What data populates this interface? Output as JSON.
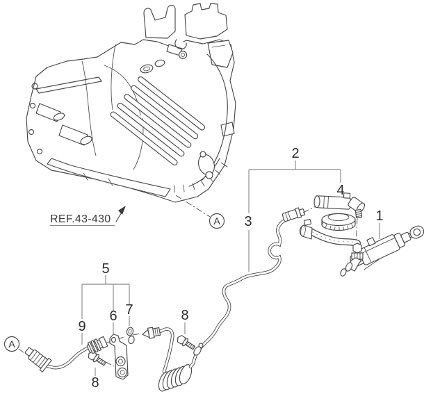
{
  "figure": {
    "ref_label": "REF.43-430",
    "marker_transmission": "A",
    "marker_tube_end": "A",
    "callouts": {
      "n1": "1",
      "n2": "2",
      "n3": "3",
      "n4": "4",
      "n5": "5",
      "n6": "6",
      "n7": "7",
      "n8_clamp_bolt": "8",
      "n8_bracket_bolt": "8",
      "n9": "9"
    },
    "colors": {
      "background": "#ffffff",
      "line": "#474747",
      "leader": "#8b8b8b",
      "text": "#2b2b2b"
    }
  }
}
